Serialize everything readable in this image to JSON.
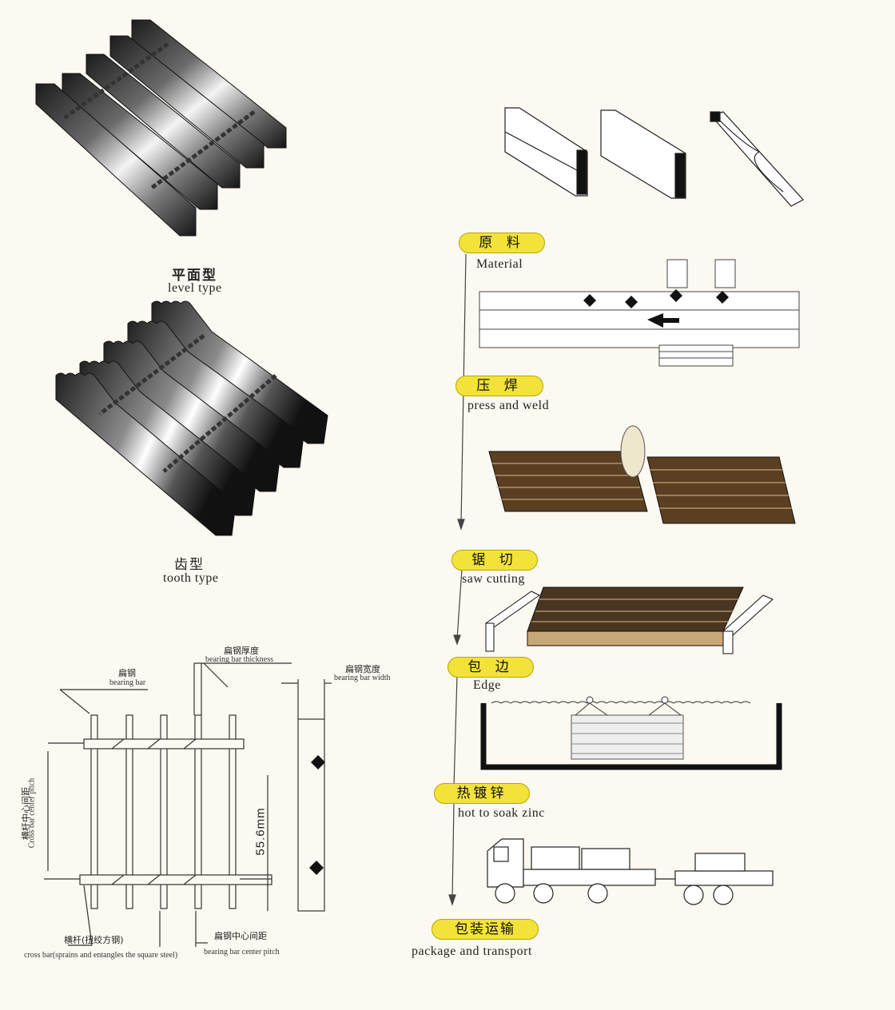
{
  "types": {
    "level": {
      "cn": "平面型",
      "en": "level type"
    },
    "tooth": {
      "cn": "齿型",
      "en": "tooth type"
    }
  },
  "process": {
    "steps": [
      {
        "cn": "原 料",
        "en": "Material"
      },
      {
        "cn": "压 焊",
        "en": "press and weld"
      },
      {
        "cn": "锯 切",
        "en": "saw cutting"
      },
      {
        "cn": "包 边",
        "en": "Edge"
      },
      {
        "cn": "热镀锌",
        "en": "hot to soak zinc"
      },
      {
        "cn": "包装运输",
        "en": "package and transport"
      }
    ]
  },
  "dimension": {
    "bearing_bar": {
      "cn": "扁钢",
      "en": "bearing bar"
    },
    "thickness": {
      "cn": "扁钢厚度",
      "en": "bearing bar thickness"
    },
    "width": {
      "cn": "扁钢宽度",
      "en": "bearing bar width"
    },
    "cross_pitch": {
      "cn": "横杆中心间距",
      "en": "Cross bar center pitch"
    },
    "pitch_value": "55.6mm",
    "cross_bar": {
      "cn": "横杆(扭绞方钢)",
      "en": "cross bar(sprains and entangles the square steel)"
    },
    "bearing_pitch": {
      "cn": "扁钢中心间距",
      "en": "bearing bar center pitch"
    }
  },
  "colors": {
    "pill": "#f2e23a",
    "steel_dark": "#2a2a2a",
    "steel_light": "#d9d9d9"
  }
}
